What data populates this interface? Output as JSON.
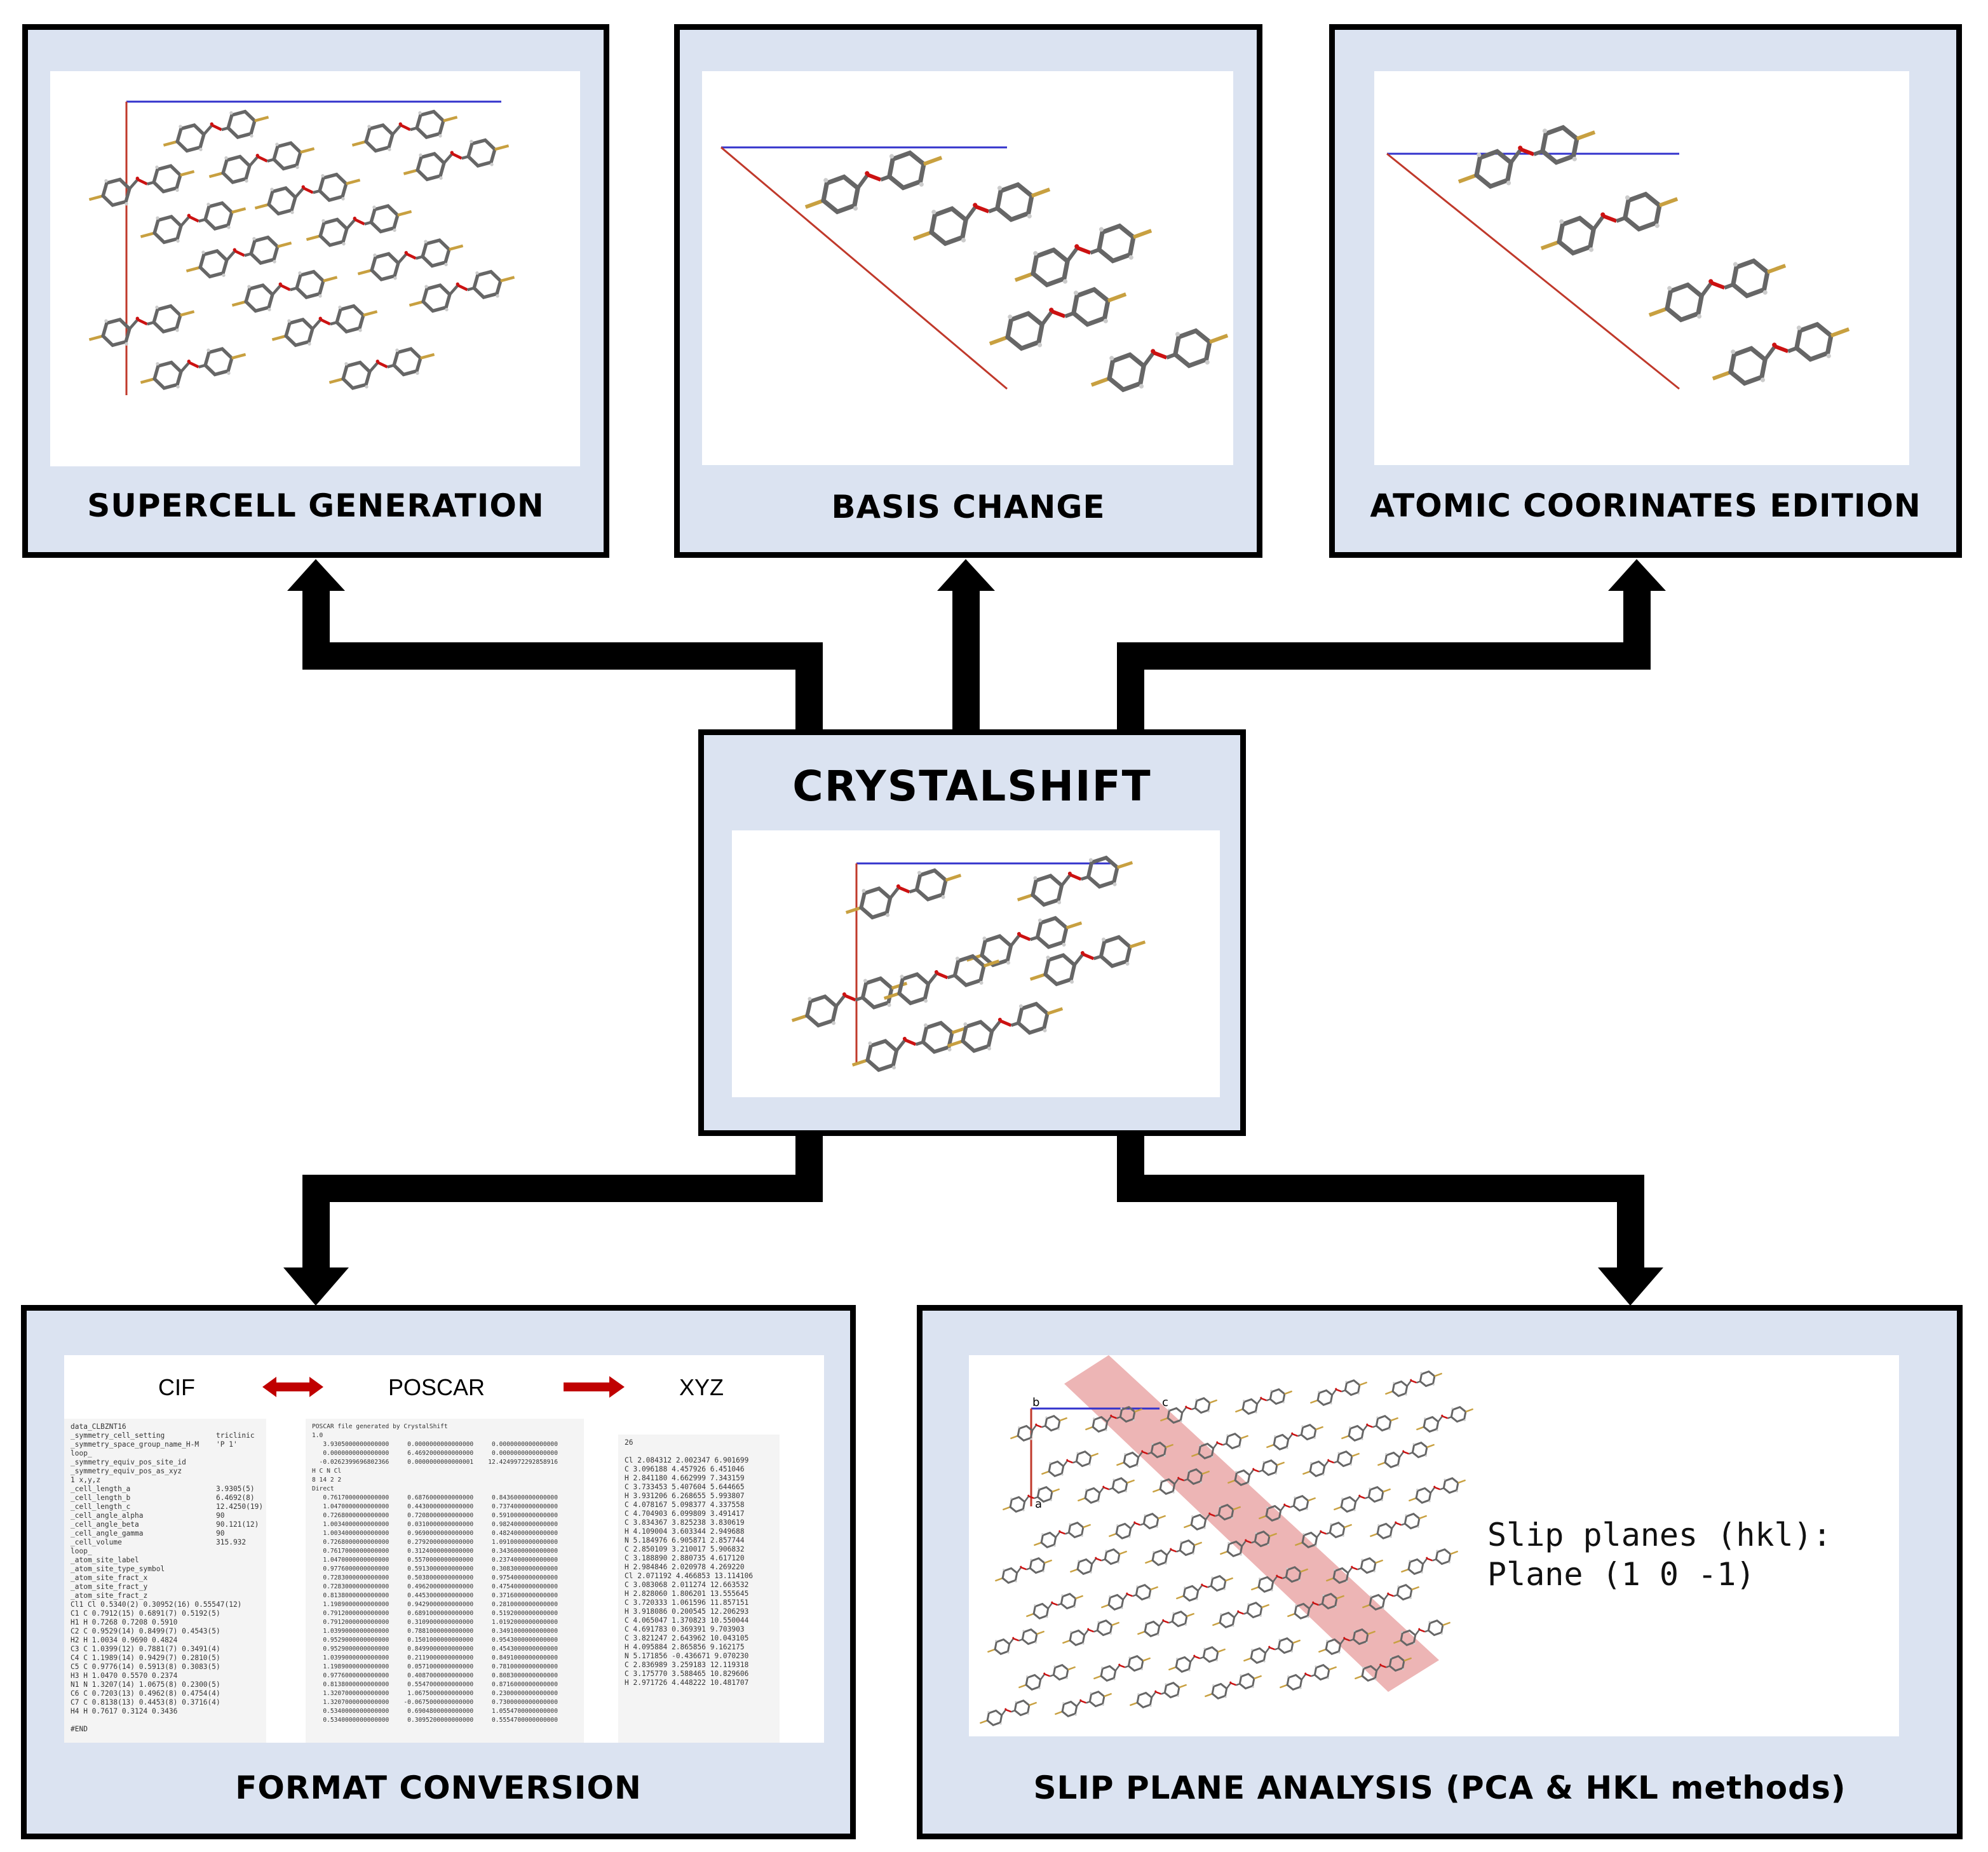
{
  "hub": {
    "title": "CRYSTALSHIFT"
  },
  "modules": {
    "supercell": {
      "title": "SUPERCELL  GENERATION"
    },
    "basis": {
      "title": "BASIS CHANGE"
    },
    "atomic": {
      "title": "ATOMIC COORINATES  EDITION"
    },
    "format": {
      "title": "FORMAT CONVERSION",
      "formats": [
        "CIF",
        "POSCAR",
        "XYZ"
      ],
      "cif_lines": [
        "data_CLBZNT16",
        "_symmetry_cell_setting            triclinic",
        "_symmetry_space_group_name_H-M    'P 1'",
        "loop_",
        "_symmetry_equiv_pos_site_id",
        "_symmetry_equiv_pos_as_xyz",
        "1 x,y,z",
        "_cell_length_a                    3.9305(5)",
        "_cell_length_b                    6.4692(8)",
        "_cell_length_c                    12.4250(19)",
        "_cell_angle_alpha                 90",
        "_cell_angle_beta                  90.121(12)",
        "_cell_angle_gamma                 90",
        "_cell_volume                      315.932",
        "loop_",
        "_atom_site_label",
        "_atom_site_type_symbol",
        "_atom_site_fract_x",
        "_atom_site_fract_y",
        "_atom_site_fract_z",
        "Cl1 Cl 0.5340(2) 0.30952(16) 0.55547(12)",
        "C1 C 0.7912(15) 0.6891(7) 0.5192(5)",
        "H1 H 0.7268 0.7208 0.5910",
        "C2 C 0.9529(14) 0.8499(7) 0.4543(5)",
        "H2 H 1.0034 0.9690 0.4824",
        "C3 C 1.0399(12) 0.7881(7) 0.3491(4)",
        "C4 C 1.1989(14) 0.9429(7) 0.2810(5)",
        "C5 C 0.9776(14) 0.5913(8) 0.3083(5)",
        "H3 H 1.0470 0.5570 0.2374",
        "N1 N 1.3207(14) 1.0675(8) 0.2300(5)",
        "C6 C 0.7203(13) 0.4962(8) 0.4754(4)",
        "C7 C 0.8138(13) 0.4453(8) 0.3716(4)",
        "H4 H 0.7617 0.3124 0.3436",
        "",
        "#END"
      ],
      "poscar_lines": [
        "POSCAR file generated by CrystalShift",
        "1.0",
        "   3.9305000000000000     0.0000000000000000     0.0000000000000000",
        "   0.0000000000000000     6.4692000000000000     0.0000000000000000",
        "  -0.0262399696802366     0.0000000000000001    12.4249972292858916",
        "H C N Cl",
        "8 14 2 2",
        "Direct",
        "   0.7617000000000000     0.6876000000000000     0.8436000000000000",
        "   1.0470000000000000     0.4430000000000000     0.7374000000000000",
        "   0.7268000000000000     0.7208000000000000     0.5910000000000000",
        "   1.0034000000000000     0.0310000000000000     0.9824000000000000",
        "   1.0034000000000000     0.9690000000000000     0.4824000000000000",
        "   0.7268000000000000     0.2792000000000000     1.0910000000000000",
        "   0.7617000000000000     0.3124000000000000     0.3436000000000000",
        "   1.0470000000000000     0.5570000000000000     0.2374000000000000",
        "   0.9776000000000000     0.5913000000000000     0.3083000000000000",
        "   0.7283000000000000     0.5038000000000000     0.9754000000000000",
        "   0.7283000000000000     0.4962000000000000     0.4754000000000000",
        "   0.8138000000000000     0.4453000000000000     0.3716000000000000",
        "   1.1989000000000000     0.9429000000000000     0.2810000000000000",
        "   0.7912000000000000     0.6891000000000000     0.5192000000000000",
        "   0.7912000000000000     0.3109000000000000     1.0192000000000000",
        "   1.0399000000000000     0.7881000000000000     0.3491000000000000",
        "   0.9529000000000000     0.1501000000000000     0.9543000000000000",
        "   0.9529000000000000     0.8499000000000000     0.4543000000000000",
        "   1.0399000000000000     0.2119000000000000     0.8491000000000000",
        "   1.1989000000000000     0.0571000000000000     0.7810000000000000",
        "   0.9776000000000000     0.4087000000000000     0.8083000000000000",
        "   0.8138000000000000     0.5547000000000000     0.8716000000000000",
        "   1.3207000000000000     1.0675000000000000     0.2300000000000000",
        "   1.3207000000000000    -0.0675000000000000     0.7300000000000000",
        "   0.5340000000000000     0.6904800000000000     1.0554700000000000",
        "   0.5340000000000000     0.3095200000000000     0.5554700000000000"
      ],
      "xyz_lines": [
        "26",
        "",
        "Cl 2.084312 2.002347 6.901699",
        "C 3.096188 4.457926 6.451046",
        "H 2.841180 4.662999 7.343159",
        "C 3.733453 5.407604 5.644665",
        "H 3.931206 6.268655 5.993807",
        "C 4.078167 5.098377 4.337558",
        "C 4.704903 6.099809 3.491417",
        "C 3.834367 3.825238 3.830619",
        "H 4.109004 3.603344 2.949688",
        "N 5.184976 6.905871 2.857744",
        "C 2.850109 3.210017 5.906832",
        "C 3.188890 2.880735 4.617120",
        "H 2.984846 2.020978 4.269220",
        "Cl 2.071192 4.466853 13.114106",
        "C 3.083068 2.011274 12.663532",
        "H 2.828060 1.806201 13.555645",
        "C 3.720333 1.061596 11.857151",
        "H 3.918086 0.200545 12.206293",
        "C 4.065047 1.370823 10.550044",
        "C 4.691783 0.369391 9.703903",
        "C 3.821247 2.643962 10.043105",
        "H 4.095884 2.865856 9.162175",
        "N 5.171856 -0.436671 9.070230",
        "C 2.836989 3.259183 12.119318",
        "C 3.175770 3.588465 10.829606",
        "H 2.971726 4.448222 10.481707"
      ]
    },
    "slip": {
      "title": "SLIP PLANE ANALYSIS (PCA & HKL methods)",
      "result_label": "Slip planes (hkl):",
      "result_value": "Plane (1 0 -1)",
      "axis_labels": [
        "b",
        "c",
        "a"
      ]
    }
  },
  "colors": {
    "box_fill": "#dbe3f1",
    "arrow_red": "#c00000",
    "axis_blue": "#3333cc",
    "axis_red": "#c0392b",
    "slip_band": "#e8a3a3"
  }
}
